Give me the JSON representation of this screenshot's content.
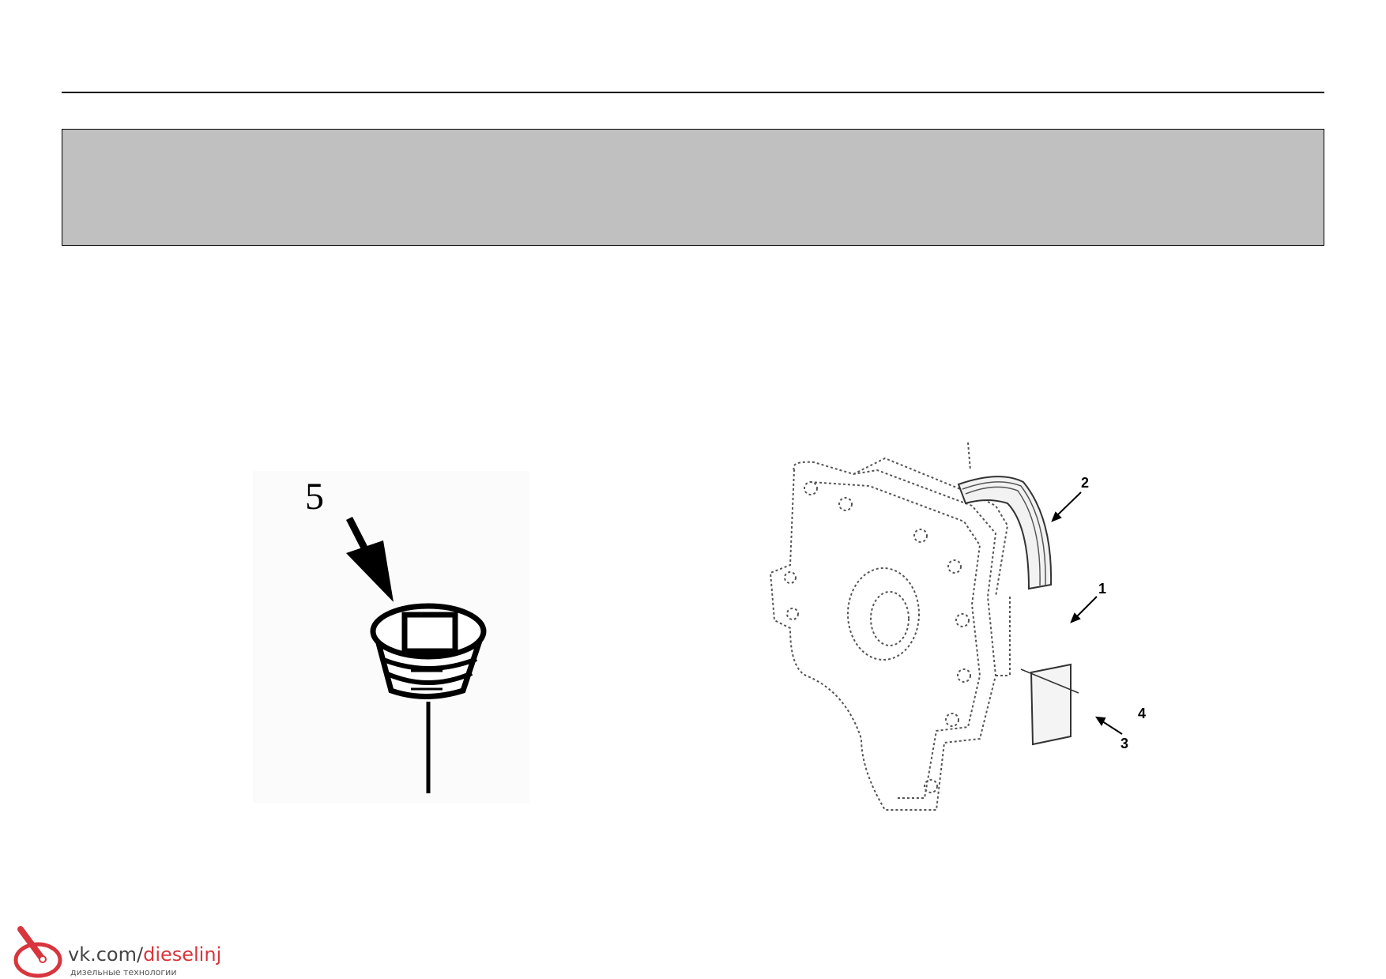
{
  "header": {
    "band_color": "#c0c0c0"
  },
  "figure_left": {
    "callout": "5",
    "depicts": "plug-icon"
  },
  "figure_right": {
    "callouts": [
      "1",
      "2",
      "3",
      "4"
    ],
    "depicts": "gear-cover-icon"
  },
  "watermark": {
    "domain": "vk.com/",
    "channel": "dieselinj",
    "tagline": "дизельные технологии",
    "brand_color": "#d8353d",
    "icon": "injector-logo-icon"
  }
}
